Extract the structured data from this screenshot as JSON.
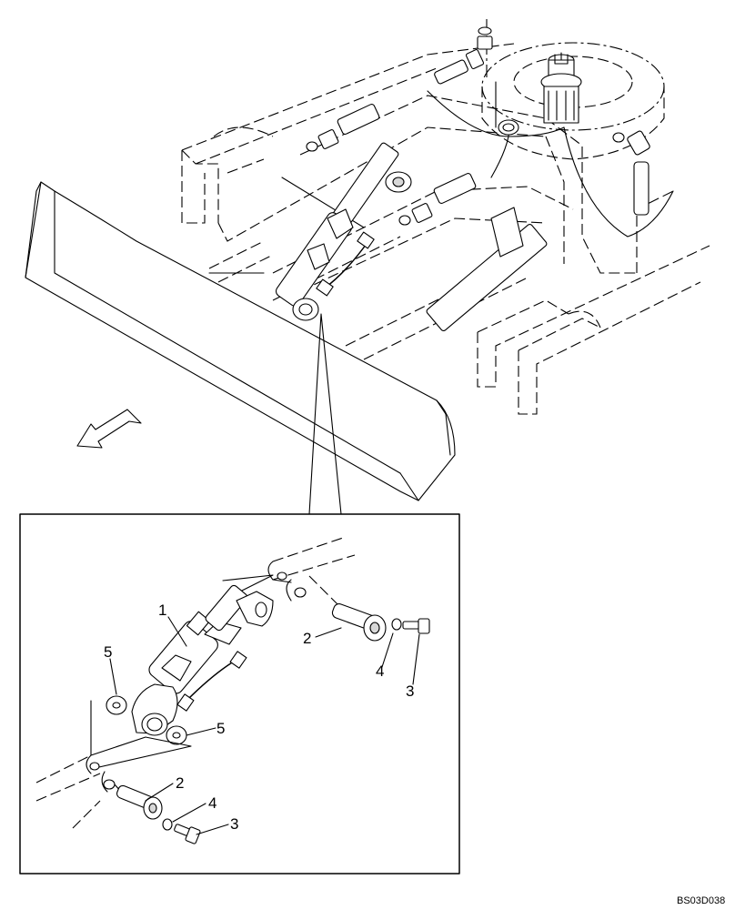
{
  "diagram": {
    "callouts": {
      "cylinder": "1",
      "pin_upper": "2",
      "pin_lower": "2",
      "bolt_upper": "3",
      "bolt_lower": "3",
      "washer_upper": "4",
      "washer_lower": "4",
      "shim_upper": "5",
      "shim_lower": "5"
    },
    "drawing_code": "BS03D038"
  }
}
